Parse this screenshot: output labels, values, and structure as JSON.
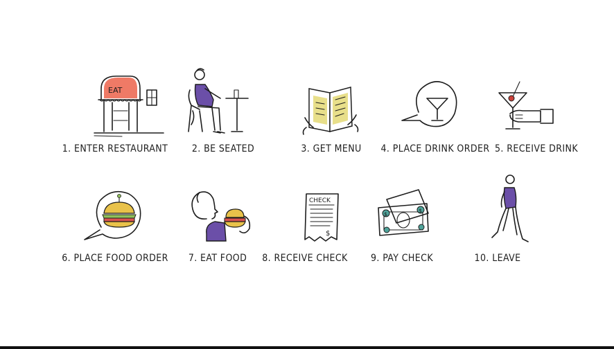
{
  "steps": [
    {
      "number": "1.",
      "label": "ENTER RESTAURANT",
      "icon": "restaurant-entrance-icon",
      "sign": "EAT"
    },
    {
      "number": "2.",
      "label": "BE SEATED",
      "icon": "seated-person-icon"
    },
    {
      "number": "3.",
      "label": "GET MENU",
      "icon": "menu-icon"
    },
    {
      "number": "4.",
      "label": "PLACE DRINK ORDER",
      "icon": "drink-speech-bubble-icon"
    },
    {
      "number": "5.",
      "label": "RECEIVE DRINK",
      "icon": "martini-hand-icon"
    },
    {
      "number": "6.",
      "label": "PLACE FOOD ORDER",
      "icon": "burger-speech-bubble-icon"
    },
    {
      "number": "7.",
      "label": "EAT FOOD",
      "icon": "person-eating-icon"
    },
    {
      "number": "8.",
      "label": "RECEIVE CHECK",
      "icon": "check-receipt-icon",
      "receipt_title": "CHECK"
    },
    {
      "number": "9.",
      "label": "PAY CHECK",
      "icon": "money-bills-icon"
    },
    {
      "number": "10.",
      "label": "LEAVE",
      "icon": "walking-person-icon"
    }
  ],
  "colors": {
    "ink": "#1d1d1d",
    "awning": "#ef7a66",
    "shirt": "#6b4fa8",
    "menu_page": "#e8df8a",
    "money_accent": "#4fa39a",
    "olive": "#c9413a",
    "tomato": "#d9534f",
    "bun": "#e9c24a",
    "lettuce": "#8fbf5a"
  }
}
